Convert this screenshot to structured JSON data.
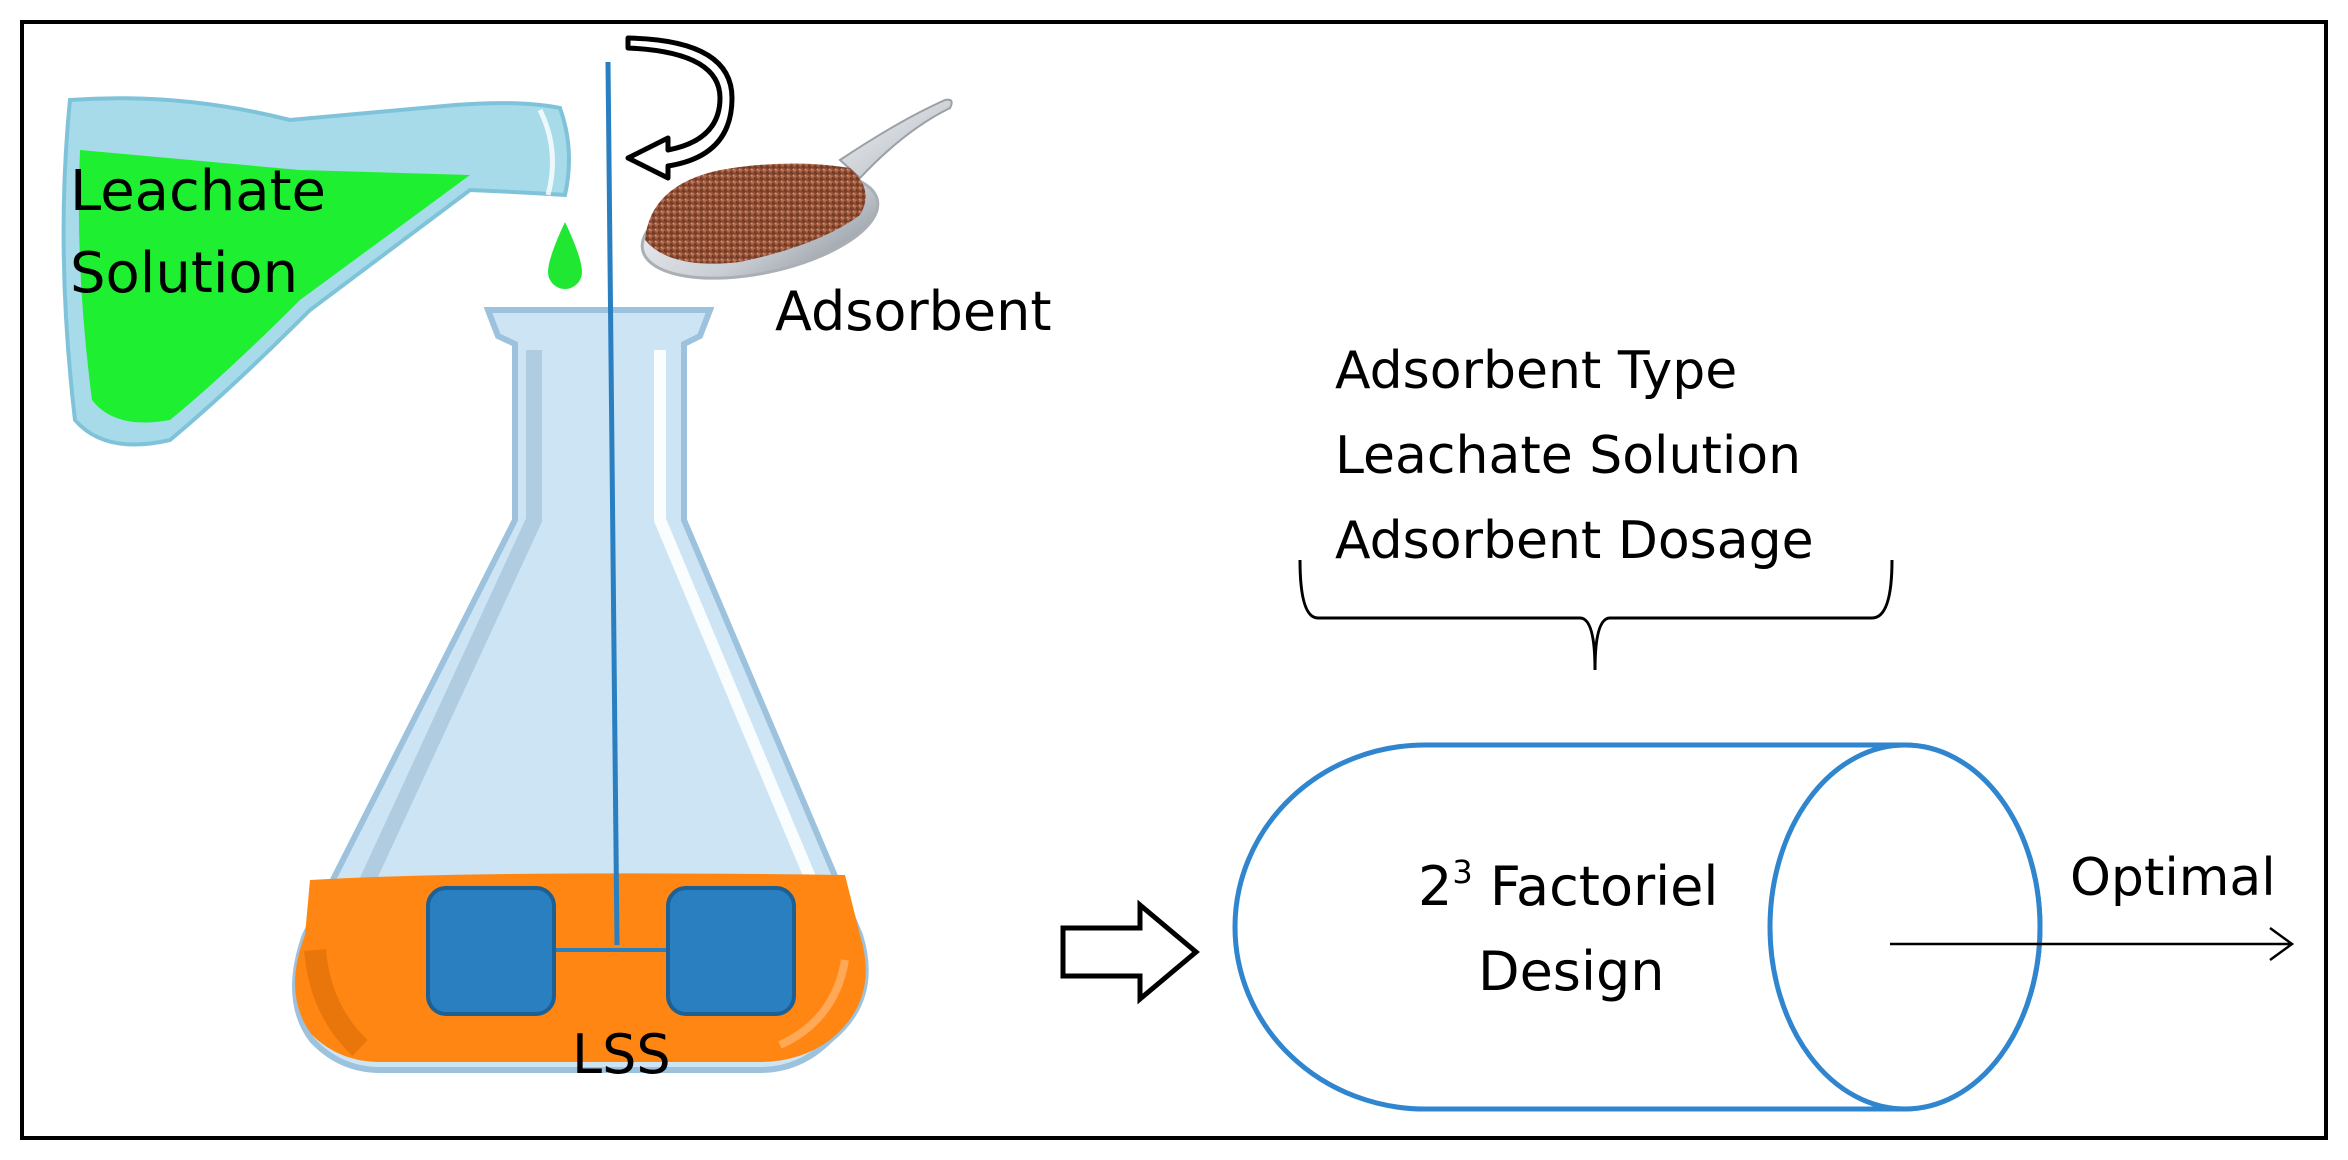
{
  "labels": {
    "leachate_line1": "Leachate",
    "leachate_line2": "Solution",
    "adsorbent": "Adsorbent",
    "lss": "LSS",
    "factor_1": "Adsorbent Type",
    "factor_2": "Leachate Solution",
    "factor_3": "Adsorbent Dosage",
    "design_base": "2",
    "design_exponent": "3",
    "design_line1_rest": " Factoriel",
    "design_line2": "Design",
    "optimal": "Optimal"
  },
  "colors": {
    "border": "#000000",
    "leachate_green": "#22ee33",
    "glass_blue": "#c9e2f4",
    "glass_edge": "#8fbad8",
    "stirrer_blue": "#2a7fc1",
    "solution_orange": "#ff8a12",
    "cylinder_stroke": "#2f86cf",
    "adsorbent_brown": "#a55a3c"
  },
  "icons": {
    "rotation": "curved-arrow-icon",
    "process_arrow": "outline-right-arrow-icon",
    "output_arrow": "line-arrow-icon",
    "spoon": "spoon-icon"
  }
}
